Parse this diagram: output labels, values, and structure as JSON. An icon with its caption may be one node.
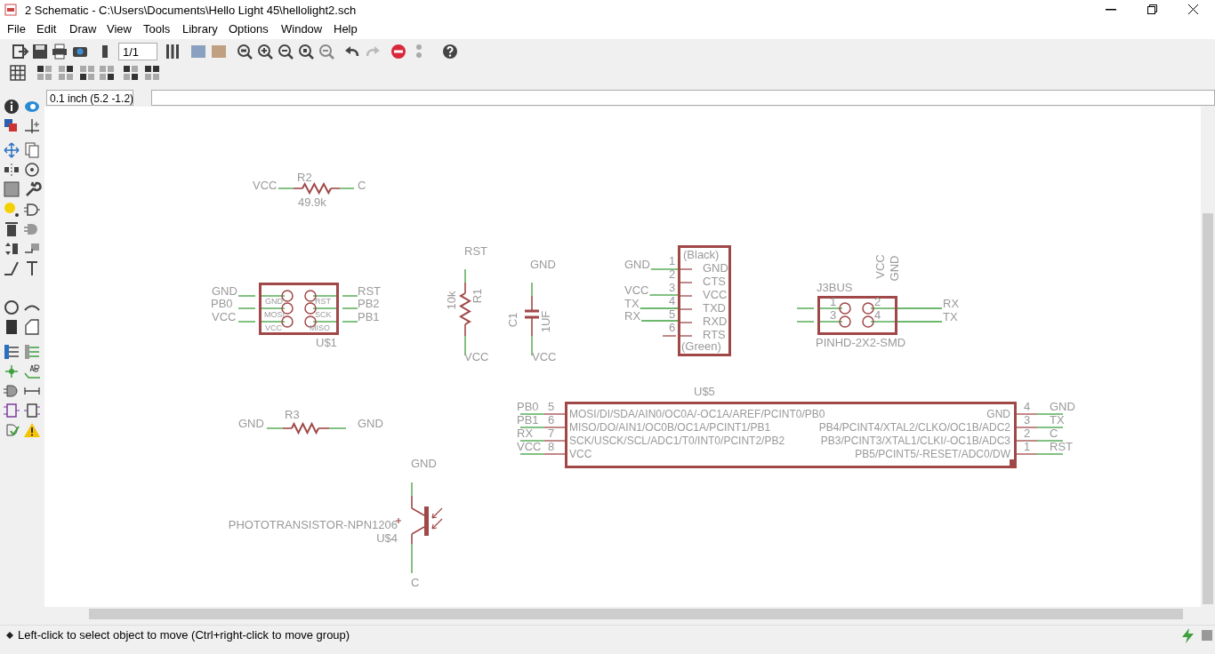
{
  "diagram": {
    "title": "2 Schematic - C:\\Users\\Documents\\Hello Light 45\\hellolight2.sch",
    "nodes": [
      {
        "text": [
          "GND",
          "MOSI",
          "VCC",
          "RST",
          "SCK",
          "MISO"
        ],
        "beside": [
          "U$1"
        ]
      },
      {
        "text": [
          "(Black)",
          "GND",
          "CTS",
          "VCC",
          "TXD",
          "RXD",
          "RTS",
          "(Green)"
        ],
        "beside": [
          "1",
          "2",
          "3",
          "4",
          "5",
          "6"
        ]
      },
      {
        "text": [
          "1",
          "2",
          "3",
          "4"
        ],
        "beside": [
          "J3BUS",
          "PINHD-2X2-SMD"
        ]
      },
      {
        "text": [
          "MOSI/DI/SDA/AIN0/OC0A/-OC1A/AREF/PCINT0/PB0",
          "MISO/DO/AIN1/OC0B/OC1A/PCINT1/PB1",
          "SCK/USCK/SCL/ADC1/T0/INT0/PCINT2/PB2",
          "VCC",
          "GND",
          "PB4/PCINT4/XTAL2/CLKO/OC1B/ADC2",
          "PB3/PCINT3/XTAL1/CLKI/-OC1B/ADC3",
          "PB5/PCINT5/-RESET/ADC0/DW"
        ],
        "beside": [
          "U$5",
          "5",
          "6",
          "7",
          "8",
          "4",
          "3",
          "2",
          "1"
        ]
      },
      {
        "text": [
          "GND"
        ]
      },
      {
        "text": [
          "VCC"
        ]
      },
      {
        "text": [
          "TX"
        ]
      },
      {
        "text": [
          "RX"
        ]
      },
      {
        "text": [
          "RX"
        ]
      },
      {
        "text": [
          "TX"
        ]
      }
    ],
    "edges": [
      {
        "from": 1,
        "to": 4,
        "arrow": "none"
      },
      {
        "from": 1,
        "to": 5,
        "arrow": "none"
      },
      {
        "from": 1,
        "to": 6,
        "arrow": "none"
      },
      {
        "from": 1,
        "to": 7,
        "arrow": "none"
      },
      {
        "from": 2,
        "to": 8,
        "arrow": "none"
      },
      {
        "from": 2,
        "to": 9,
        "arrow": "none"
      }
    ],
    "labels": [
      "File",
      "Edit",
      "Draw",
      "View",
      "Tools",
      "Library",
      "Options",
      "Window",
      "Help",
      "1/1",
      "0.1 inch (5.2 -1.2)",
      "VCC",
      "R2",
      "C",
      "49.9k",
      "RST",
      "GND",
      "VCC",
      "GND",
      "GND",
      "RST",
      "PB0",
      "PB2",
      "VCC",
      "PB1",
      "10k",
      "R1",
      "C1",
      "1UF",
      "VCC",
      "VCC",
      "PB0",
      "PB1",
      "RX",
      "VCC",
      "GND",
      "TX",
      "C",
      "RST",
      "GND",
      "R3",
      "GND",
      "GND",
      "PHOTOTRANSISTOR-NPN1206",
      "U$4",
      "C",
      "Left-click to select object to move (Ctrl+right-click to move group)"
    ]
  }
}
